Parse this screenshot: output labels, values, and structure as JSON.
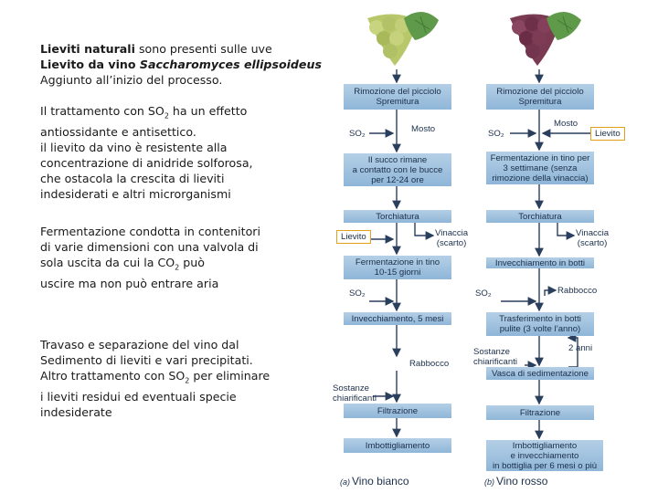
{
  "notes": {
    "block1": {
      "l1_bold": "Lieviti naturali",
      "l1_rest": " sono presenti sulle uve",
      "l2_bold": "Lievito da vino",
      "l2_italic": " Saccharomyces ellipsoideus",
      "l3": "Aggiunto all’inizio del processo."
    },
    "block2": {
      "l1a": "Il trattamento con SO",
      "l1sub": "2",
      "l1b": " ha un effetto",
      "l2": "antiossidante e antisettico.",
      "l3": "il lievito da vino è resistente alla",
      "l4": "concentrazione di anidride solforosa,",
      "l5": "che ostacola la crescita di lieviti",
      "l6": "indesiderati e altri microrganismi"
    },
    "block3": {
      "l1": "Fermentazione condotta in contenitori",
      "l2": "di varie dimensioni con una valvola di",
      "l3a": "sola uscita da cui la CO",
      "l3sub": "2",
      "l3b": " può",
      "l4": "uscire ma non può entrare aria"
    },
    "block4": {
      "l1": "Travaso e separazione del vino dal",
      "l2": "Sedimento di lieviti e vari precipitati.",
      "l3a": "Altro trattamento con SO",
      "l3sub": "2",
      "l3b": " per eliminare",
      "l4": "i lieviti residui ed eventuali specie",
      "l5": "indesiderate"
    }
  },
  "white": {
    "steps": [
      "Rimozione del picciolo\nSpremitura",
      "Il succo rimane\na contatto con le bucce\nper 12-24 ore",
      "Torchiatura",
      "Fermentazione in tino\n10-15 giorni",
      "Invecchiamento, 5 mesi",
      "Rabbocco",
      "Filtrazione",
      "Imbottigliamento"
    ],
    "so2_1": "SO₂",
    "mosto": "Mosto",
    "lievito": "Lievito",
    "vinaccia": "Vinaccia\n(scarto)",
    "so2_2": "SO₂",
    "sostanze": "Sostanze\nchiarificanti",
    "caption_letter": "(a)",
    "caption": "Vino bianco"
  },
  "red": {
    "steps": [
      "Rimozione del picciolo\nSpremitura",
      "Fermentazione in tino per\n3 settimane (senza\nrimozione della vinaccia)",
      "Torchiatura",
      "Invecchiamento in botti",
      "Rabbocco",
      "Trasferimento in botti\npulite (3 volte l’anno)",
      "Vasca di sedimentazione",
      "Filtrazione",
      "Imbottigliamento\ne invecchiamento\nin bottiglia per 6 mesi o più"
    ],
    "so2_1": "SO₂",
    "mosto": "Mosto",
    "lievito": "Lievito",
    "vinaccia": "Vinaccia\n(scarto)",
    "so2_2": "SO₂",
    "sostanze": "Sostanze\nchiarificanti",
    "due_anni": "2 anni",
    "caption_letter": "(b)",
    "caption": "Vino rosso"
  },
  "colors": {
    "box": "#9fc2e0",
    "arrow": "#2a3f5e",
    "tag_border": "#e2a11a",
    "grape_white": "#b7c76a",
    "grape_red": "#7a3a52",
    "leaf": "#5f9a4a"
  }
}
